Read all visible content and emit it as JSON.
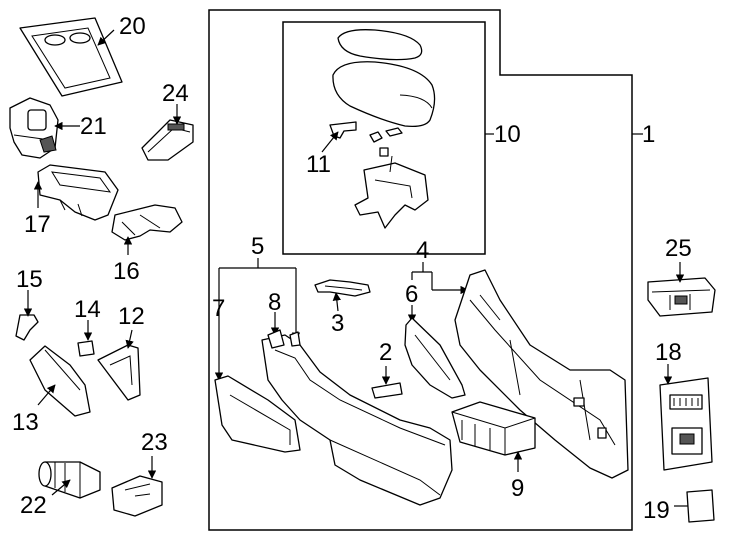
{
  "callouts": {
    "n1": "1",
    "n2": "2",
    "n3": "3",
    "n4": "4",
    "n5": "5",
    "n6": "6",
    "n7": "7",
    "n8": "8",
    "n9": "9",
    "n10": "10",
    "n11": "11",
    "n12": "12",
    "n13": "13",
    "n14": "14",
    "n15": "15",
    "n16": "16",
    "n17": "17",
    "n18": "18",
    "n19": "19",
    "n20": "20",
    "n21": "21",
    "n22": "22",
    "n23": "23",
    "n24": "24",
    "n25": "25"
  }
}
